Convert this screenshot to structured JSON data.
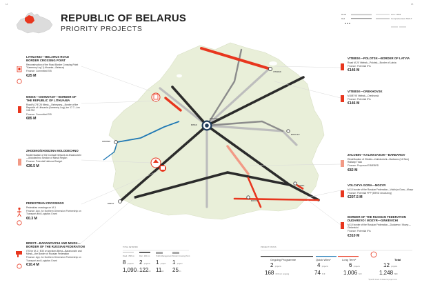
{
  "page_numbers": {
    "left": "14",
    "right": "15"
  },
  "header": {
    "title": "REPUBLIC OF BELARUS",
    "subtitle": "PRIORITY PROJECTS"
  },
  "colors": {
    "land": "#e9efd9",
    "land_border": "#ffffff",
    "red": "#e8361e",
    "light_red": "#f29a86",
    "dark_line": "#2b2b2b",
    "gray_line": "#9a9a9a",
    "blue": "#1f78b4",
    "water": "#ffffff"
  },
  "top_legend": {
    "items": [
      "Road",
      "Rail",
      "Line 1 Rail",
      "Comprehensive TEN-T"
    ]
  },
  "cities": [
    {
      "id": "vitebsk",
      "label": "VITEBSK"
    },
    {
      "id": "minsk",
      "label": "MINSK"
    },
    {
      "id": "orekhovsk",
      "label": "OREKHOVSK"
    },
    {
      "id": "grodno",
      "label": "GRODNO"
    },
    {
      "id": "mogilev",
      "label": "MOGILEV"
    },
    {
      "id": "gomel",
      "label": "GOMEL"
    },
    {
      "id": "mozyr",
      "label": "MOZYR"
    },
    {
      "id": "brest",
      "label": "BREST"
    }
  ],
  "projects_left": [
    {
      "title": "LITHUANIA—BELARUS ROAD BORDER CROSSING POINT",
      "desc": "Reconstruction of the Road Border Crossing Point \"Kamenny Log\" (Lithuania—Belarus)",
      "finance": "Finance: Committed EIB",
      "amount": "€25 M",
      "icon": "road-border-icon"
    },
    {
      "title": "MINSK—OSHMYANY—BORDER OF THE REPUBLIC OF LITHUANIA",
      "desc": "Road M-7/E 28 Minsk—Oshmyany—Border of the Republic of Lithuania (Kamenny Log), km 17.7—km 138.752",
      "finance": "Finance: Committed EIB",
      "amount": "€85 M",
      "icon": "road-icon"
    },
    {
      "title": "ZHODINO/ZHODZINA MOLODECHNO",
      "desc": "Modernisation of the Contact Network at Zhdanovichi—Molodechno Section of Minsk Region",
      "finance": "Finance: Potential National Budget",
      "amount": "€36.5 M",
      "icon": "rail-icon"
    },
    {
      "title": "PEDESTRIAN CROSSINGS",
      "desc": "Pedestrian crossings on M-1",
      "finance": "Finance: App. for Northern Dimension Partnership on Transport and Logistics Grant",
      "amount": "€0.3 M",
      "icon": "pedestrian-icon"
    },
    {
      "title": "BREST—BARANOVICHI AND MINSK—BORDER OF THE RUSSIAN FEDERATION",
      "desc": "ITS for M-1 / E30 on sections Brest—Baranovichi and Minsk—the Border of Russian Federation",
      "finance": "Finance: App. for Northern Dimension Partnership on Transport and Logistics Grant",
      "amount": "€10.4 M",
      "icon": "its-icon"
    }
  ],
  "projects_right": [
    {
      "title": "VITEBSK—POLOTSK—BORDER OF LATVIA",
      "desc": "Road M-20 Vitebsk—Polotsk—Border of Latvia",
      "finance": "Finance: Potential IFIs",
      "amount": "€146 M",
      "color": "red"
    },
    {
      "title": "VITEBSK—OREKHOVSK",
      "desc": "M-8/E 95 Vitebsk—Orekhovsk",
      "finance": "Finance: Potential IFIs",
      "amount": "€146 M",
      "color": "red"
    },
    {
      "title": "ZHLOBIN—KALINKOVICHI—BARBAROV",
      "desc": "Electrification of Zhlobin—Kalinkovichi—Barbarov (14 Skm) Railway Track",
      "finance": "Finance: Proposed EIB/EBRD",
      "amount": "€82 M",
      "color": "light_red"
    },
    {
      "title": "VOLCH'YA GORA—MOZYR",
      "desc": "M-10 border of the Russian Federation—Volch'ya Gora—Mozyr",
      "finance": "Finance: Potential PPP (EBRD structuring)",
      "amount": "€207.5 M",
      "color": "red"
    },
    {
      "title": "BORDER OF THE RUSSIAN FEDERATION DUDAREVO / MOZYR—GINKEVICHI",
      "desc": "M-10 border of the Russian Federation—Dudarevo / Mozyr—Ginkevichi",
      "finance": "Finance: Potential IFIs",
      "amount": "€310 M",
      "color": "red"
    }
  ],
  "stats": {
    "network_caption": "TOTAL NETWORK",
    "project_caption": "PROJECT STATUS",
    "network": [
      {
        "label": "Road · 858 km",
        "count": "8",
        "count_unit": "projects",
        "km": "1,090",
        "km_unit": "km"
      },
      {
        "label": "Rail · 260 km",
        "count": "2",
        "count_unit": "projects",
        "km": "122",
        "km_unit": "km"
      },
      {
        "label": "Traffic Management",
        "count": "1",
        "count_unit": "project",
        "km": "11",
        "km_unit": "km"
      },
      {
        "label": "Border Crossing Point",
        "count": "1",
        "count_unit": "project",
        "km": "25",
        "km_unit": "km"
      }
    ],
    "status": [
      {
        "label": "Ongoing Programme",
        "count": "2",
        "count_unit": "projects",
        "money": "168",
        "money_unit": "M € incl. ongoing"
      },
      {
        "label": "Quick Wins*",
        "count": "4",
        "count_unit": "projects",
        "money": "74",
        "money_unit": "M €"
      },
      {
        "label": "Long Term*",
        "count": "6",
        "count_unit": "projects",
        "money": "1,006",
        "money_unit": "M €"
      },
      {
        "label": "Total",
        "count": "12",
        "count_unit": "projects",
        "money": "1,248",
        "money_unit": "M €"
      }
    ],
    "footnote": "*Specific levels of data and project cost"
  }
}
